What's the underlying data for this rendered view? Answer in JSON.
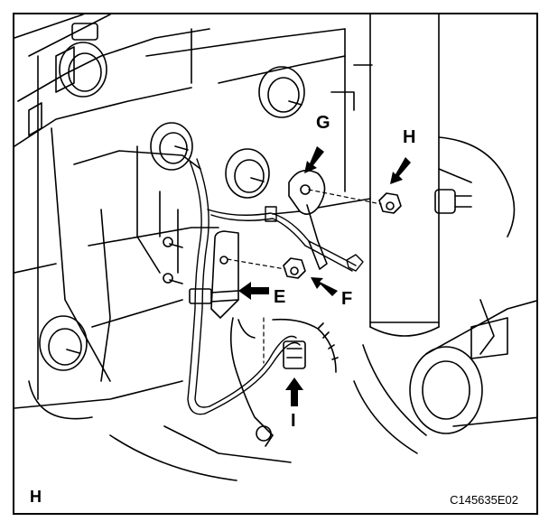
{
  "callouts": {
    "G": "G",
    "H": "H",
    "E": "E",
    "F": "F",
    "I": "I"
  },
  "corner_letter": "H",
  "figure_id": "C145635E02"
}
